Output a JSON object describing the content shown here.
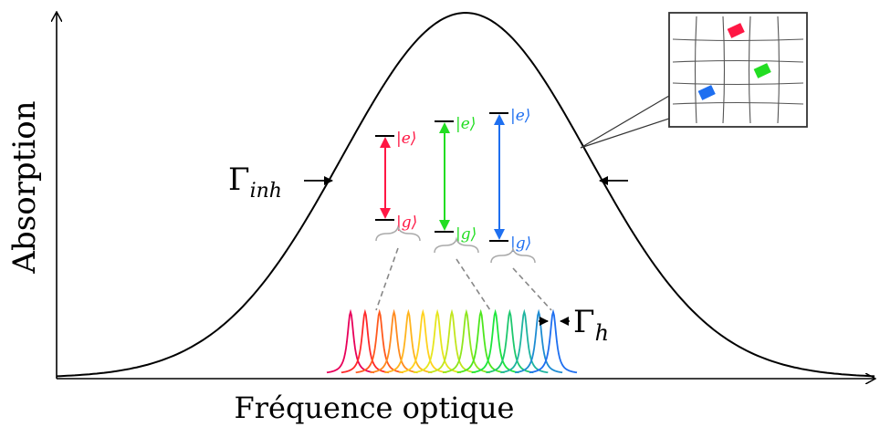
{
  "axes": {
    "y_label": "Absorption",
    "x_label": "Fréquence optique"
  },
  "labels": {
    "gamma_inh": "Γ",
    "gamma_inh_sub": "inh",
    "gamma_h": "Γ",
    "gamma_h_sub": "h"
  },
  "levels": [
    {
      "upper": "|e⟩",
      "lower": "|g⟩",
      "color": "#ff1744"
    },
    {
      "upper": "|e⟩",
      "lower": "|g⟩",
      "color": "#22dd22"
    },
    {
      "upper": "|e⟩",
      "lower": "|g⟩",
      "color": "#1e6ff0"
    }
  ],
  "inset": {
    "dot_colors": [
      "#ff1744",
      "#22dd22",
      "#1e6ff0"
    ]
  },
  "homogeneous_line_colors": [
    "#e8005a",
    "#ff2a2a",
    "#ff5a1e",
    "#ff8a1e",
    "#ffb41e",
    "#ffd21e",
    "#e6e61e",
    "#c2e61e",
    "#8ee61e",
    "#4ee61e",
    "#1ee63c",
    "#1ec86e",
    "#1eb4a0",
    "#1e8cd2",
    "#1e6ff0"
  ],
  "colors": {
    "line": "#000000",
    "dashed": "#888888",
    "brace": "#aaaaaa",
    "grid": "#555555"
  }
}
